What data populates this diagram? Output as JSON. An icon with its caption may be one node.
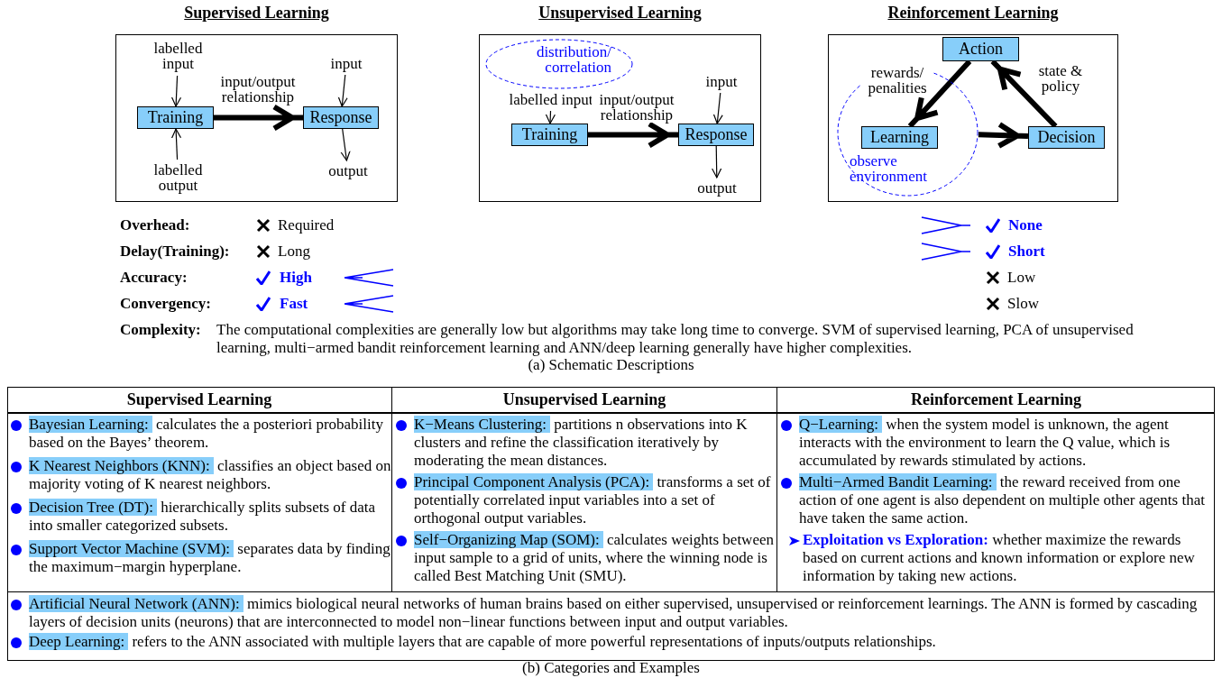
{
  "diagram": {
    "nodes": [
      {
        "text": [
          "Supervised Learning"
        ]
      },
      {
        "text": [
          "Training"
        ],
        "in": 0
      },
      {
        "text": [
          "Response"
        ],
        "in": 0
      },
      {
        "text": [
          "labelled input"
        ],
        "in": 0
      },
      {
        "text": [
          "labelled output"
        ],
        "in": 0
      },
      {
        "text": [
          "input"
        ],
        "in": 0
      },
      {
        "text": [
          "output"
        ],
        "in": 0
      },
      {
        "text": [
          "Unsupervised Learning"
        ]
      },
      {
        "text": [
          "distribution/ correlation"
        ],
        "in": 7
      },
      {
        "text": [
          "labelled input"
        ],
        "in": 7
      },
      {
        "text": [
          "Training"
        ],
        "in": 7
      },
      {
        "text": [
          "Response"
        ],
        "in": 7
      },
      {
        "text": [
          "input"
        ],
        "in": 7
      },
      {
        "text": [
          "output"
        ],
        "in": 7
      },
      {
        "text": [
          "Reinforcement Learning"
        ]
      },
      {
        "text": [
          "Action"
        ],
        "in": 14
      },
      {
        "text": [
          "observe environment"
        ],
        "in": 14
      },
      {
        "text": [
          "Learning"
        ],
        "in": 16
      },
      {
        "text": [
          "Decision"
        ],
        "in": 14
      }
    ],
    "edges": [
      {
        "from": 3,
        "to": 1,
        "arrow": "to"
      },
      {
        "from": 4,
        "to": 1,
        "arrow": "to"
      },
      {
        "from": 5,
        "to": 2,
        "arrow": "to"
      },
      {
        "from": 2,
        "to": 6,
        "arrow": "to"
      },
      {
        "from": 1,
        "to": 2,
        "arrow": "to",
        "label": "input/output relationship",
        "style": "thick"
      },
      {
        "from": 9,
        "to": 10,
        "arrow": "to"
      },
      {
        "from": 12,
        "to": 11,
        "arrow": "to"
      },
      {
        "from": 11,
        "to": 13,
        "arrow": "to"
      },
      {
        "from": 10,
        "to": 11,
        "arrow": "to",
        "label": "input/output relationship",
        "style": "thick"
      },
      {
        "from": 15,
        "to": 17,
        "arrow": "to",
        "label": "rewards/ penalities",
        "style": "thick"
      },
      {
        "from": 16,
        "to": 18,
        "arrow": "to",
        "style": "thick"
      },
      {
        "from": 18,
        "to": 15,
        "arrow": "to",
        "label": "state & policy",
        "style": "thick"
      }
    ],
    "labels": [
      "Overhead:",
      "Required",
      "None",
      "Delay(Training):",
      "Long",
      "Short",
      "Accuracy:",
      "High",
      "Low",
      "Convergency:",
      "Fast",
      "Slow",
      "Complexity:",
      "The computational complexities are generally low but algorithms may take long time to converge. SVM of supervised learning, PCA of unsupervised learning, multi−armed bandit reinforcement learning and ANN/deep learning generally have higher complexities.",
      "(a) Schematic Descriptions",
      "Supervised Learning",
      "Unsupervised Learning",
      "Reinforcement Learning",
      "Bayesian Learning:",
      "calculates the a posteriori probability based on the Bayes’ theorem.",
      "K Nearest Neighbors (KNN):",
      "classifies an object based on majority voting of K nearest neighbors.",
      "Decision Tree (DT):",
      "hierarchically splits subsets of data into smaller categorized subsets.",
      "Support Vector Machine (SVM):",
      "separates data by finding the maximum−margin hyperplane.",
      "K−Means Clustering:",
      "partitions n observations into K clusters and refine the classification iteratively by moderating the mean distances.",
      "Principal Component Analysis (PCA):",
      "transforms a set of potentially correlated input variables into a set of orthogonal output variables.",
      "Self−Organizing Map (SOM):",
      "calculates weights between input sample to a grid of units, where the winning node is called Best Matching Unit (SMU).",
      "Q−Learning:",
      "when the system model is unknown, the agent interacts with the environment to learn the Q value, which is accumulated by rewards stimulated by actions.",
      "Multi−Armed Bandit Learning:",
      "the reward received from one action of one agent is also dependent on multiple other agents that have taken the same action.",
      "Exploitation vs Exploration:",
      "whether maximize the rewards based on current actions and known information or explore new information by taking new actions.",
      "Artificial Neural Network (ANN):",
      "mimics biological neural networks of human brains based on either supervised, unsupervised or reinforcement learnings. The ANN is formed by cascading layers of decision units (neurons) that are interconnected to model non−linear functions between input and output variables.",
      "Deep Learning:",
      "refers to the ANN associated with multiple layers that are capable of more powerful representations of inputs/outputs relationships.",
      "(b) Categories and Examples"
    ]
  }
}
